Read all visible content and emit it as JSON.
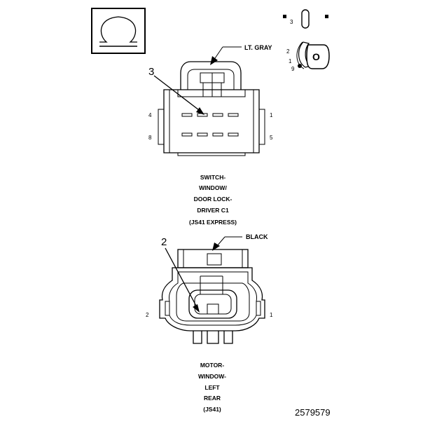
{
  "omega_symbol": "Ω",
  "top_connector": {
    "color_label": "LT. GRAY",
    "callout_number": "3",
    "pin_left_top": "4",
    "pin_left_bottom": "8",
    "pin_right_top": "1",
    "pin_right_bottom": "5",
    "caption": [
      "SWITCH-",
      "WINDOW/",
      "DOOR LOCK-",
      "DRIVER C1",
      "(JS41 EXPRESS)"
    ]
  },
  "key_icon": {
    "numbers": [
      "3",
      "2",
      "1",
      "9"
    ],
    "key_letter": "O"
  },
  "bottom_connector": {
    "color_label": "BLACK",
    "callout_number": "2",
    "pin_left": "2",
    "pin_right": "1",
    "caption": [
      "MOTOR-",
      "WINDOW-",
      "LEFT",
      "REAR",
      "(JS41)"
    ]
  },
  "figure_number": "2579579"
}
